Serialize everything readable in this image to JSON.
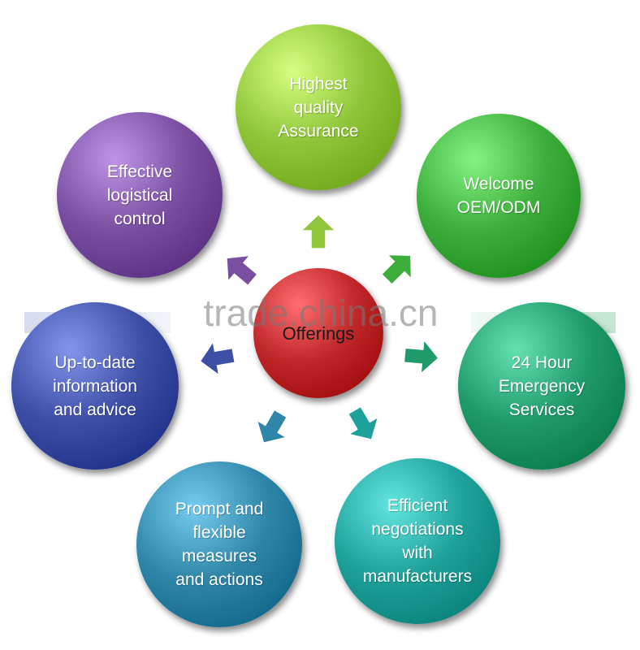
{
  "center": {
    "label": "Offerings",
    "color": "#c0282a"
  },
  "nodes": [
    {
      "id": "quality",
      "label": "Highest\nquality\nAssurance",
      "color": "#8fc63a"
    },
    {
      "id": "oem",
      "label": "Welcome\nOEM/ODM",
      "color": "#3dae3c"
    },
    {
      "id": "emergency",
      "label": "24 Hour\nEmergency\nServices",
      "color": "#1f9a6a"
    },
    {
      "id": "negotiations",
      "label": "Efficient\nnegotiations\nwith\nmanufacturers",
      "color": "#1ea19a"
    },
    {
      "id": "measures",
      "label": "Prompt and\nflexible\nmeasures\nand actions",
      "color": "#2f86a8"
    },
    {
      "id": "advice",
      "label": "Up-to-date\ninformation\nand advice",
      "color": "#3d4fa6"
    },
    {
      "id": "logistics",
      "label": "Effective\nlogistical\ncontrol",
      "color": "#7a4ea0"
    }
  ],
  "watermark": "trade.china.cn"
}
